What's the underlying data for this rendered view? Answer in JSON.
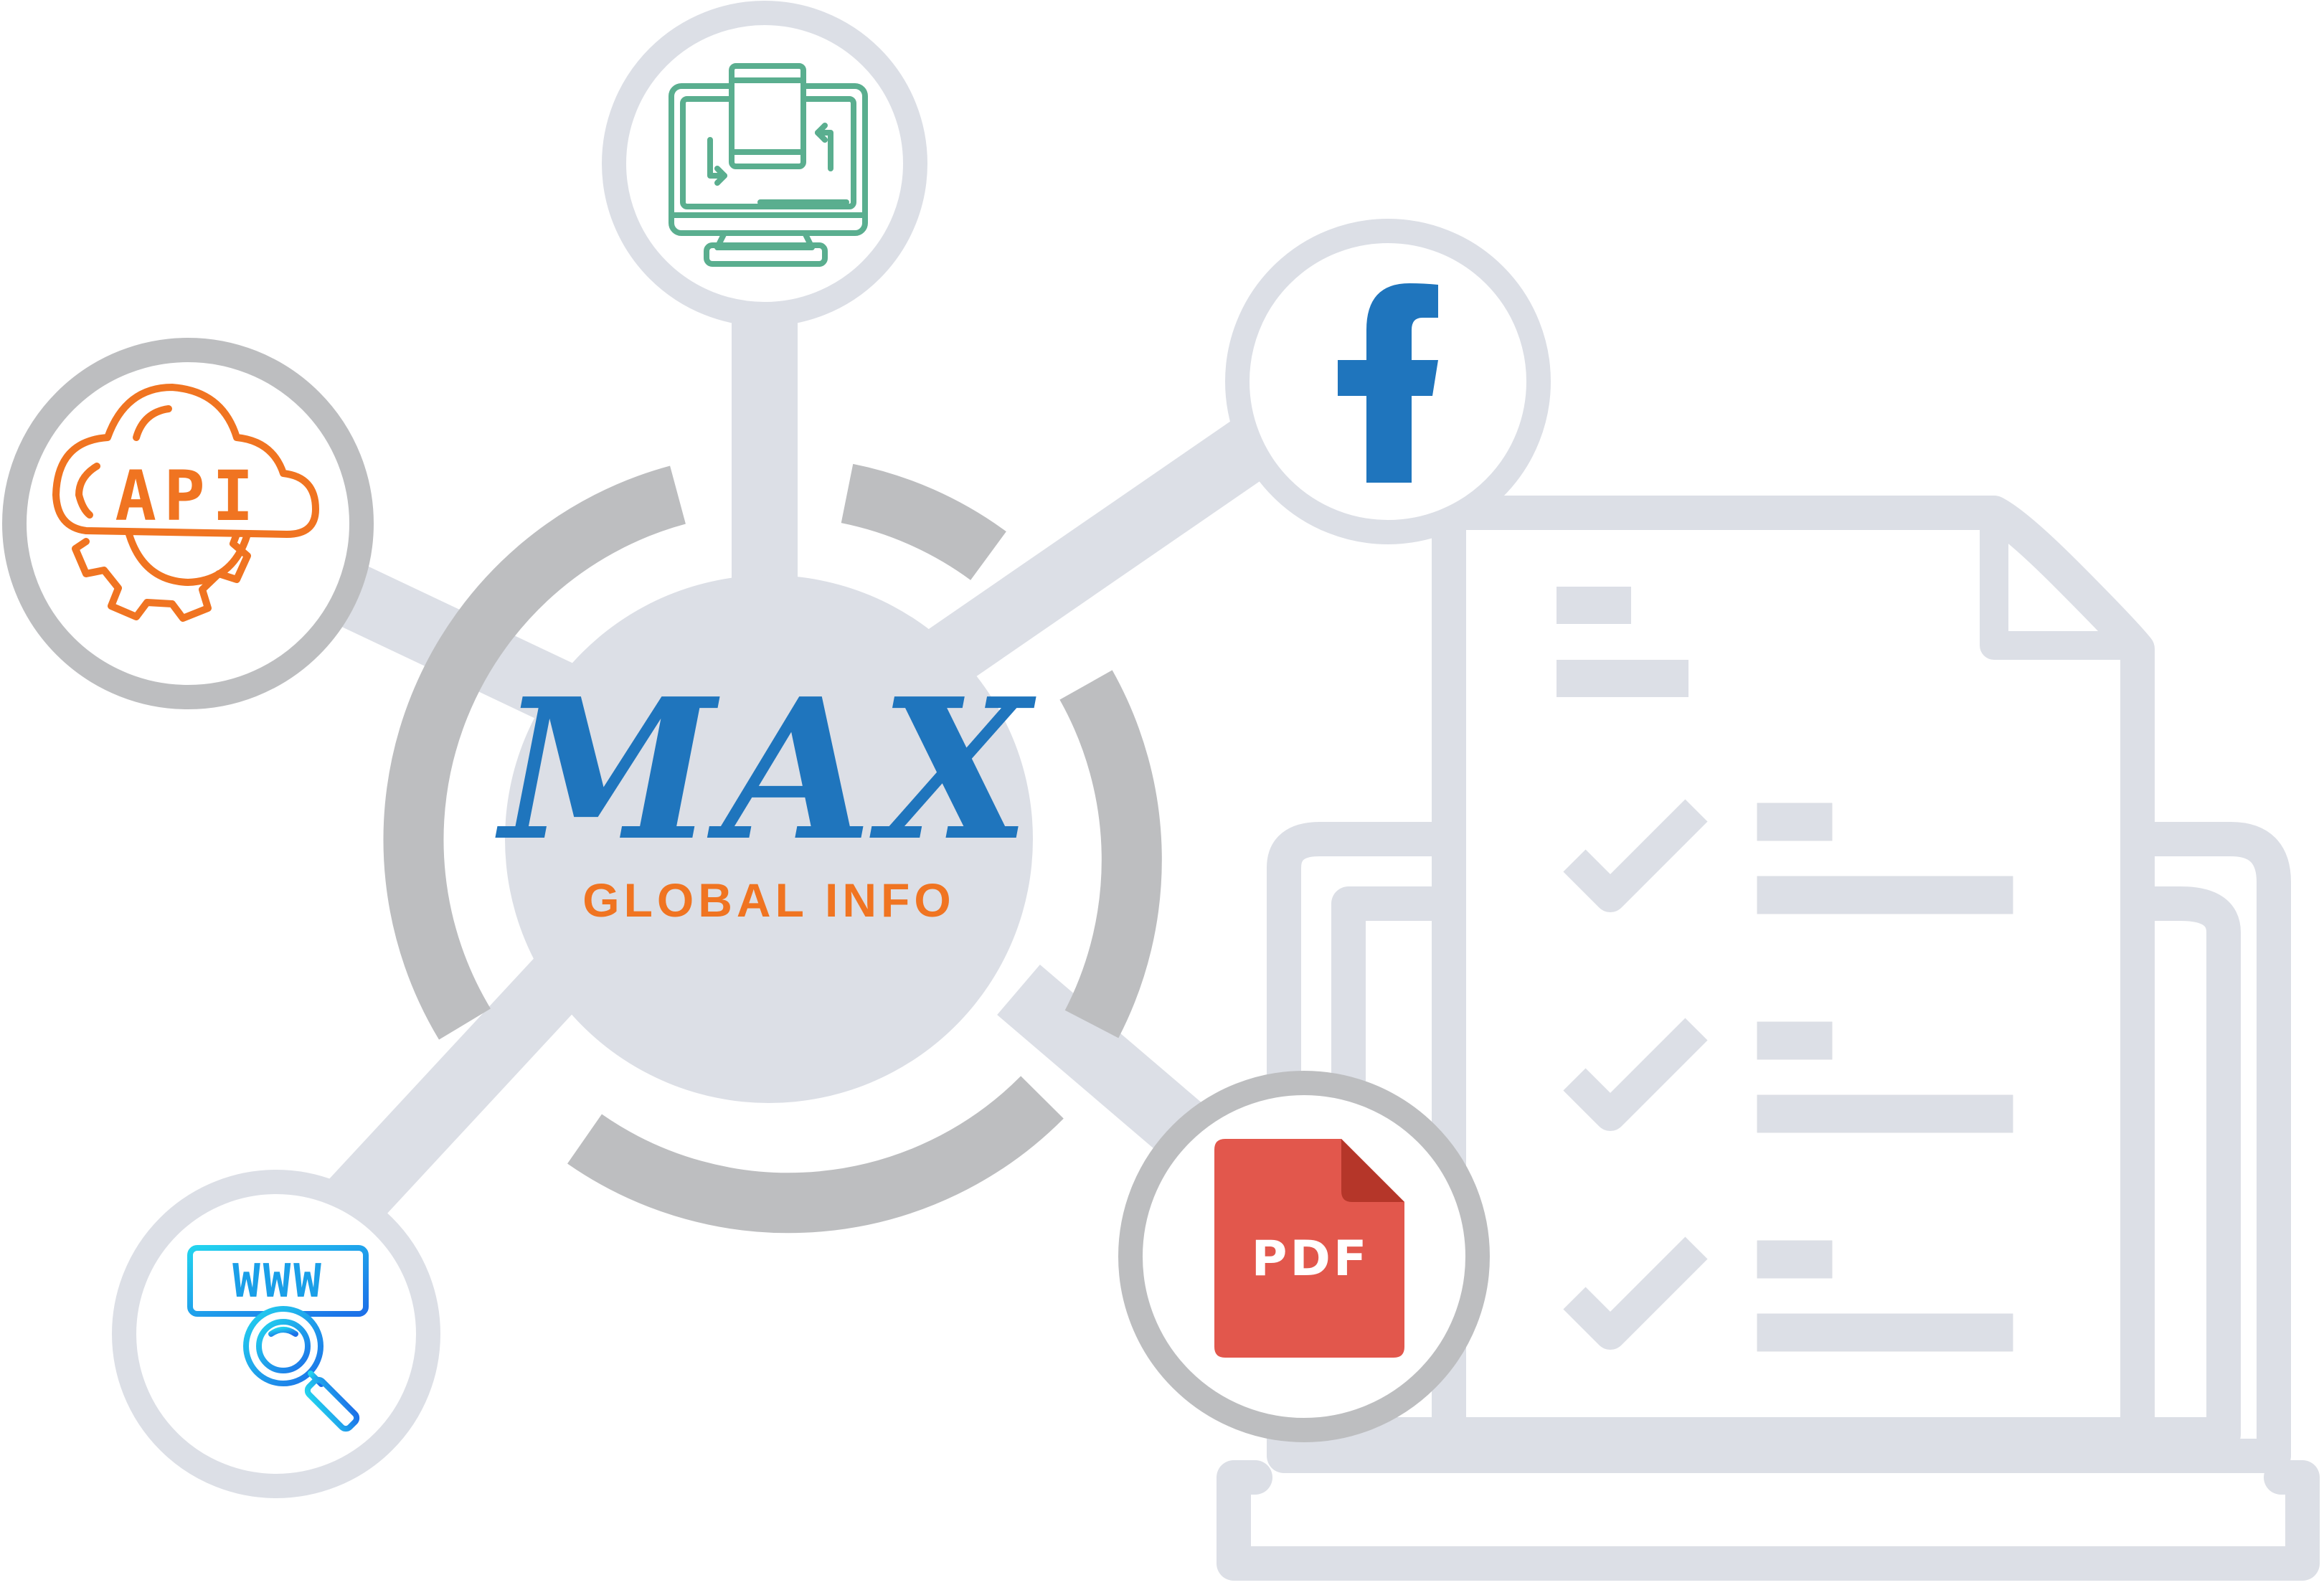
{
  "logo": {
    "wordmark": "MAX",
    "subtitle": "GLOBAL INFO",
    "wordmark_color": "#1f75bd",
    "subtitle_color": "#f07421"
  },
  "nodes": {
    "api": {
      "label": "API",
      "icon": "cloud-gear-api-icon",
      "color": "#f07421"
    },
    "devices": {
      "icon": "desktop-mobile-sync-icon",
      "color": "#5aae8f"
    },
    "facebook": {
      "icon": "facebook-icon",
      "color": "#1f75bd"
    },
    "pdf": {
      "label": "PDF",
      "icon": "pdf-file-icon",
      "color": "#e2574c"
    },
    "www": {
      "label": "WWW",
      "icon": "web-search-icon",
      "color": "#1a9fe8"
    }
  },
  "colors": {
    "hub": "#dcdfe6",
    "ring": "#bdbec0",
    "document": "#dcdfe6"
  },
  "document": {
    "icon": "checklist-document-icon",
    "checklist_count": 3
  }
}
